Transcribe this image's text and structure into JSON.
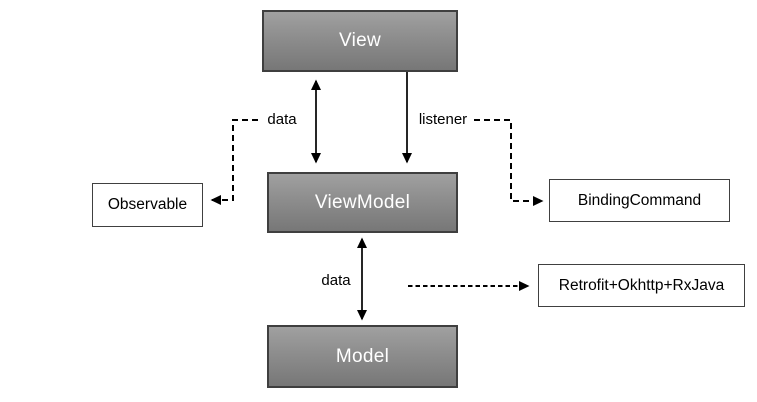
{
  "diagram": {
    "nodes": {
      "view": {
        "label": "View"
      },
      "viewmodel": {
        "label": "ViewModel"
      },
      "model": {
        "label": "Model"
      },
      "observable": {
        "label": "Observable"
      },
      "bindingcommand": {
        "label": "BindingCommand"
      },
      "retrofit": {
        "label": "Retrofit+Okhttp+RxJava"
      }
    },
    "edge_labels": {
      "data_top": "data",
      "listener": "listener",
      "data_bottom": "data"
    },
    "edges": [
      {
        "from": "view",
        "to": "viewmodel",
        "label": "data",
        "style": "solid",
        "heads": "both"
      },
      {
        "from": "view",
        "to": "viewmodel",
        "label": "listener",
        "style": "solid",
        "heads": "end"
      },
      {
        "from": "viewmodel",
        "to": "model",
        "label": "data",
        "style": "solid",
        "heads": "both"
      },
      {
        "from": "data-label",
        "to": "observable",
        "style": "dashed",
        "heads": "end"
      },
      {
        "from": "listener-label",
        "to": "bindingcommand",
        "style": "dashed",
        "heads": "end"
      },
      {
        "from": "viewmodel-area",
        "to": "retrofit",
        "style": "dashed",
        "heads": "end"
      }
    ],
    "colors": {
      "node_gradient_top": "#a0a0a0",
      "node_gradient_bottom": "#777777",
      "node_border": "#3f3f3f",
      "node_text": "#ffffff",
      "outline_box_border": "#404040",
      "outline_box_text": "#000000",
      "arrow": "#000000",
      "background": "#ffffff"
    }
  }
}
